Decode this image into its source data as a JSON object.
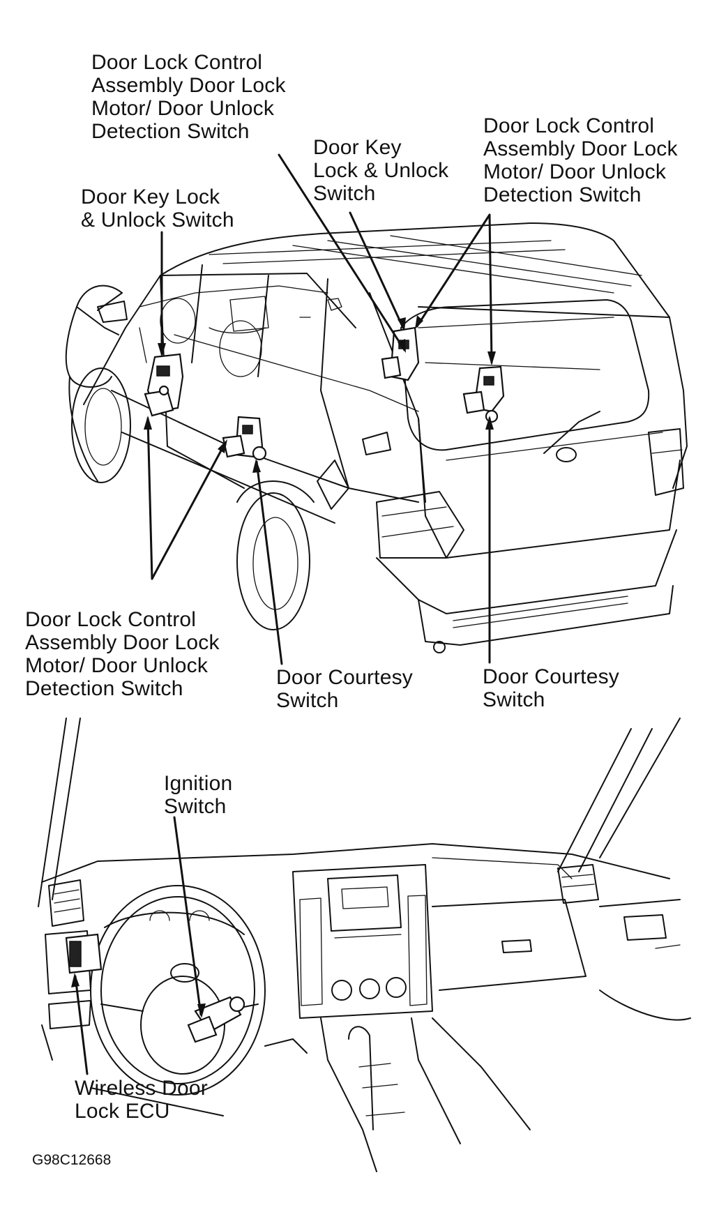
{
  "labels": {
    "lock_ctrl_top_left": "Door Lock Control\nAssembly Door Lock\nMotor/ Door Unlock\nDetection Switch",
    "key_switch_left": "Door Key Lock\n& Unlock Switch",
    "key_switch_right": "Door Key\nLock & Unlock\nSwitch",
    "lock_ctrl_top_right": "Door Lock Control\nAssembly Door Lock\nMotor/ Door Unlock\nDetection Switch",
    "lock_ctrl_bottom_left": "Door Lock Control\nAssembly Door Lock\nMotor/ Door Unlock\nDetection Switch",
    "courtesy_switch_center": "Door Courtesy\nSwitch",
    "courtesy_switch_right": "Door Courtesy\nSwitch",
    "ignition_switch": "Ignition\nSwitch",
    "wireless_ecu": "Wireless Door\nLock ECU"
  },
  "figure_id": "G98C12668"
}
